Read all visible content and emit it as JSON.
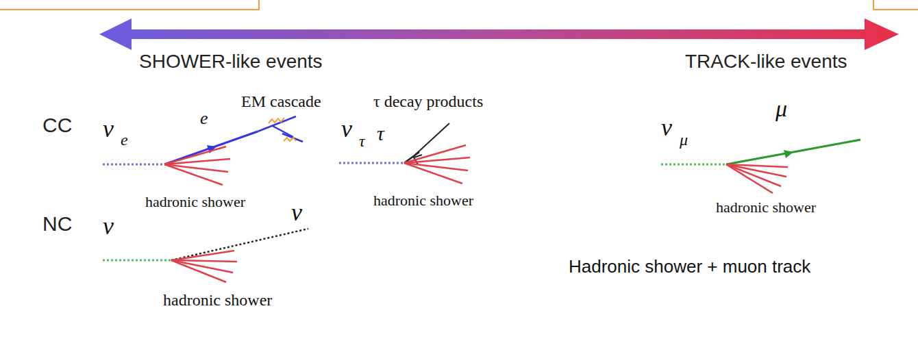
{
  "diagram": {
    "labels": [
      "SHOWER-like events",
      "TRACK-like events",
      "CC",
      "ν",
      "e",
      "e",
      "EM cascade",
      "ν",
      "τ",
      "τ",
      "τ decay products",
      "ν",
      "μ",
      "μ",
      "hadronic shower",
      "hadronic shower",
      "hadronic shower",
      "NC",
      "ν",
      "ν",
      "hadronic shower",
      "Hadronic shower + muon track"
    ]
  }
}
